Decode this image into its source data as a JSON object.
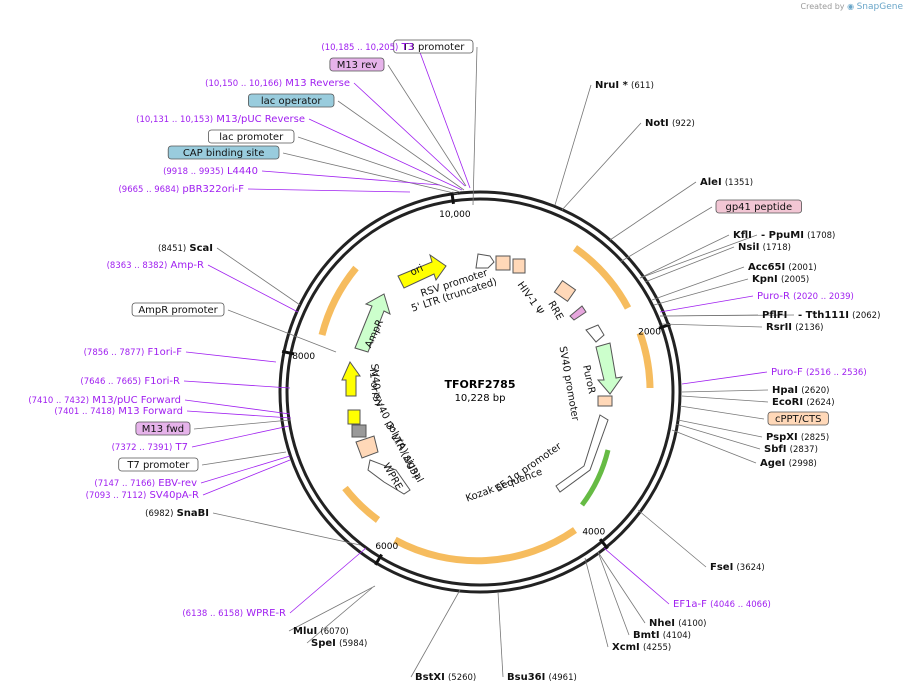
{
  "credit": {
    "prefix": "Created by",
    "brand": "SnapGene"
  },
  "plasmid": {
    "name": "TFORF2785",
    "size": "10,228 bp",
    "length": 10228
  },
  "colors": {
    "site_purple": "#a020f0",
    "leader_gray": "#555555",
    "feature_orange": "#f5b042",
    "ori_yellow": "#ffff00",
    "ampr_green": "#ccffcc",
    "lac_blue": "#99ccdd",
    "gp41_pink": "#f2c6d4",
    "cppt_peach": "#ffd8b8"
  },
  "ticks": [
    {
      "pos": 2000,
      "label": "2000"
    },
    {
      "pos": 4000,
      "label": "4000"
    },
    {
      "pos": 6000,
      "label": "6000"
    },
    {
      "pos": 8000,
      "label": "8000"
    },
    {
      "pos": 10000,
      "label": "10,000"
    }
  ],
  "labels": {
    "right": [
      {
        "name": "NruI *",
        "range": "(611)",
        "type": "enzyme"
      },
      {
        "name": "NotI",
        "range": "(922)",
        "type": "enzyme"
      },
      {
        "name": "AleI",
        "range": "(1351)",
        "type": "enzyme"
      },
      {
        "name": "gp41 peptide",
        "range": "",
        "type": "box-pink"
      },
      {
        "name": "KflI",
        "range": "",
        "type": "enzyme"
      },
      {
        "name": "- PpuMI",
        "range": "(1708)",
        "type": "enzyme"
      },
      {
        "name": "NsiI",
        "range": "(1718)",
        "type": "enzyme"
      },
      {
        "name": "Acc65I",
        "range": "(2001)",
        "type": "enzyme"
      },
      {
        "name": "KpnI",
        "range": "(2005)",
        "type": "enzyme"
      },
      {
        "name": "Puro-R",
        "range": "(2020 .. 2039)",
        "type": "primer"
      },
      {
        "name": "PflFI",
        "range": "",
        "type": "enzyme"
      },
      {
        "name": "- Tth111I",
        "range": "(2062)",
        "type": "enzyme"
      },
      {
        "name": "RsrII",
        "range": "(2136)",
        "type": "enzyme"
      },
      {
        "name": "Puro-F",
        "range": "(2516 .. 2536)",
        "type": "primer"
      },
      {
        "name": "HpaI",
        "range": "(2620)",
        "type": "enzyme"
      },
      {
        "name": "EcoRI",
        "range": "(2624)",
        "type": "enzyme"
      },
      {
        "name": "cPPT/CTS",
        "range": "",
        "type": "box-peach"
      },
      {
        "name": "PspXI",
        "range": "(2825)",
        "type": "enzyme"
      },
      {
        "name": "SbfI",
        "range": "(2837)",
        "type": "enzyme"
      },
      {
        "name": "AgeI",
        "range": "(2998)",
        "type": "enzyme"
      },
      {
        "name": "FseI",
        "range": "(3624)",
        "type": "enzyme"
      },
      {
        "name": "EF1a-F",
        "range": "(4046 .. 4066)",
        "type": "primer"
      },
      {
        "name": "NheI",
        "range": "(4100)",
        "type": "enzyme"
      },
      {
        "name": "BmtI",
        "range": "(4104)",
        "type": "enzyme"
      },
      {
        "name": "XcmI",
        "range": "(4255)",
        "type": "enzyme"
      },
      {
        "name": "Bsu36I",
        "range": "(4961)",
        "type": "enzyme"
      },
      {
        "name": "BstXI",
        "range": "(5260)",
        "type": "enzyme"
      },
      {
        "name": "SpeI",
        "range": "(5984)",
        "type": "enzyme"
      },
      {
        "name": "MluI",
        "range": "(6070)",
        "type": "enzyme"
      }
    ],
    "left": [
      {
        "name": "T3 promoter",
        "range": "",
        "type": "box-white"
      },
      {
        "name": "T3",
        "range": "(10,185 .. 10,205)",
        "type": "primer"
      },
      {
        "name": "M13 rev",
        "range": "",
        "type": "box-purple"
      },
      {
        "name": "M13 Reverse",
        "range": "(10,150 .. 10,166)",
        "type": "primer"
      },
      {
        "name": "lac operator",
        "range": "",
        "type": "box-blue"
      },
      {
        "name": "M13/pUC Reverse",
        "range": "(10,131 .. 10,153)",
        "type": "primer"
      },
      {
        "name": "lac promoter",
        "range": "",
        "type": "box-white"
      },
      {
        "name": "CAP binding site",
        "range": "",
        "type": "box-blue"
      },
      {
        "name": "L4440",
        "range": "(9918 .. 9935)",
        "type": "primer"
      },
      {
        "name": "pBR322ori-F",
        "range": "(9665 .. 9684)",
        "type": "primer"
      },
      {
        "name": "ScaI",
        "range": "(8451)",
        "type": "enzyme"
      },
      {
        "name": "Amp-R",
        "range": "(8363 .. 8382)",
        "type": "primer"
      },
      {
        "name": "AmpR promoter",
        "range": "",
        "type": "box-white"
      },
      {
        "name": "F1ori-F",
        "range": "(7856 .. 7877)",
        "type": "primer"
      },
      {
        "name": "F1ori-R",
        "range": "(7646 .. 7665)",
        "type": "primer"
      },
      {
        "name": "M13/pUC Forward",
        "range": "(7410 .. 7432)",
        "type": "primer"
      },
      {
        "name": "M13 Forward",
        "range": "(7401 .. 7418)",
        "type": "primer"
      },
      {
        "name": "M13 fwd",
        "range": "",
        "type": "box-purple"
      },
      {
        "name": "T7",
        "range": "(7372 .. 7391)",
        "type": "primer"
      },
      {
        "name": "T7 promoter",
        "range": "",
        "type": "box-white"
      },
      {
        "name": "EBV-rev",
        "range": "(7147 .. 7166)",
        "type": "primer"
      },
      {
        "name": "SV40pA-R",
        "range": "(7093 .. 7112)",
        "type": "primer"
      },
      {
        "name": "SnaBI",
        "range": "(6982)",
        "type": "enzyme"
      },
      {
        "name": "WPRE-R",
        "range": "(6138 .. 6158)",
        "type": "primer"
      }
    ]
  },
  "inner_labels": [
    "RSV promoter",
    "5' LTR (truncated)",
    "HIV-1 Ψ",
    "RRE",
    "PuroR",
    "SV40 promoter",
    "EF-1α promoter",
    "Kozak sequence",
    "WPRE",
    "3' LTR (ΔU3)",
    "SV40 poly(A) signal",
    "SV40 ori",
    "f1 ori",
    "AmpR",
    "ori"
  ]
}
